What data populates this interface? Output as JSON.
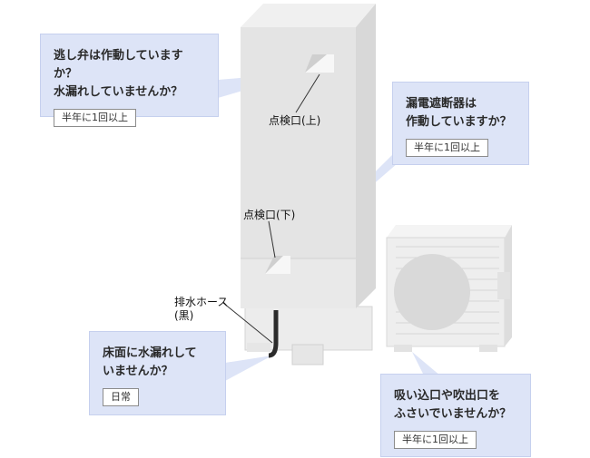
{
  "callouts": {
    "relief_valve": {
      "question": [
        "逃し弁は作動していますか？",
        "水漏れしていませんか？"
      ],
      "frequency": "半年に1回以上"
    },
    "breaker": {
      "question": [
        "漏電遮断器は",
        "作動していますか？"
      ],
      "frequency": "半年に1回以上"
    },
    "floor": {
      "question": [
        "床面に水漏れして",
        "いませんか？"
      ],
      "frequency": "日常"
    },
    "outdoor_unit": {
      "question": [
        "吸い込口や吹出口を",
        "ふさいでいませんか？"
      ],
      "frequency": "半年に1回以上"
    }
  },
  "labels": {
    "inspection_upper": "点検口(上)",
    "inspection_lower": "点検口(下)",
    "drain_hose": [
      "排水ホース",
      "(黒)"
    ]
  },
  "colors": {
    "bubble_bg": "#dde4f7",
    "tank": "#e4e4e4",
    "unit": "#eeeeee"
  }
}
